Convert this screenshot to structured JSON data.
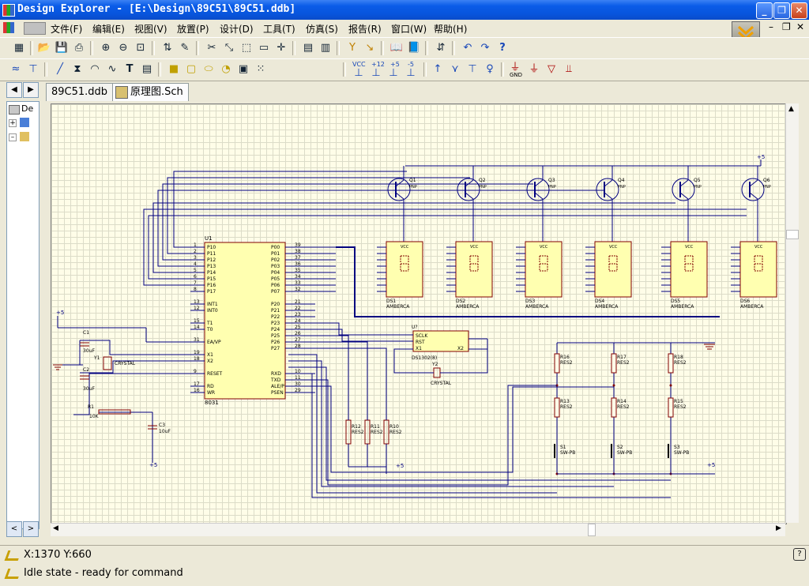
{
  "window": {
    "title": "Design Explorer - [E:\\Design\\89C51\\89C51.ddb]",
    "controls": [
      "_",
      "❐",
      "✕"
    ]
  },
  "menubar": {
    "items": [
      "文件(F)",
      "编辑(E)",
      "视图(V)",
      "放置(P)",
      "设计(D)",
      "工具(T)",
      "仿真(S)",
      "报告(R)",
      "窗口(W)",
      "帮助(H)"
    ]
  },
  "tabs": [
    {
      "label": "89C51.ddb",
      "active": false
    },
    {
      "label": "原理图.Sch",
      "active": true
    }
  ],
  "tree": {
    "root_label": "De"
  },
  "power_labels": {
    "vcc": "VCC",
    "p12": "+12",
    "p5": "+5",
    "m5": "-5",
    "gnd": "GND"
  },
  "schematic": {
    "u1": {
      "designator": "U1",
      "part": "8031",
      "left_pins": [
        {
          "num": "1",
          "name": "P10"
        },
        {
          "num": "2",
          "name": "P11"
        },
        {
          "num": "3",
          "name": "P12"
        },
        {
          "num": "4",
          "name": "P13"
        },
        {
          "num": "5",
          "name": "P14"
        },
        {
          "num": "6",
          "name": "P15"
        },
        {
          "num": "7",
          "name": "P16"
        },
        {
          "num": "8",
          "name": "P17"
        },
        {
          "num": "13",
          "name": "INT1"
        },
        {
          "num": "12",
          "name": "INT0"
        },
        {
          "num": "15",
          "name": "T1"
        },
        {
          "num": "14",
          "name": "T0"
        },
        {
          "num": "31",
          "name": "EA/VP"
        },
        {
          "num": "19",
          "name": "X1"
        },
        {
          "num": "18",
          "name": "X2"
        },
        {
          "num": "9",
          "name": "RESET"
        },
        {
          "num": "17",
          "name": "RD"
        },
        {
          "num": "16",
          "name": "WR"
        }
      ],
      "right_pins": [
        {
          "num": "39",
          "name": "P00"
        },
        {
          "num": "38",
          "name": "P01"
        },
        {
          "num": "37",
          "name": "P02"
        },
        {
          "num": "36",
          "name": "P03"
        },
        {
          "num": "35",
          "name": "P04"
        },
        {
          "num": "34",
          "name": "P05"
        },
        {
          "num": "33",
          "name": "P06"
        },
        {
          "num": "32",
          "name": "P07"
        },
        {
          "num": "21",
          "name": "P20"
        },
        {
          "num": "22",
          "name": "P21"
        },
        {
          "num": "23",
          "name": "P22"
        },
        {
          "num": "24",
          "name": "P23"
        },
        {
          "num": "25",
          "name": "P24"
        },
        {
          "num": "26",
          "name": "P25"
        },
        {
          "num": "27",
          "name": "P26"
        },
        {
          "num": "28",
          "name": "P27"
        },
        {
          "num": "10",
          "name": "RXD"
        },
        {
          "num": "11",
          "name": "TXD"
        },
        {
          "num": "30",
          "name": "ALE/P"
        },
        {
          "num": "29",
          "name": "PSEN"
        }
      ]
    },
    "transistors": [
      {
        "ref": "Q1",
        "type": "PNP"
      },
      {
        "ref": "Q2",
        "type": "PNP"
      },
      {
        "ref": "Q3",
        "type": "PNP"
      },
      {
        "ref": "Q4",
        "type": "PNP"
      },
      {
        "ref": "Q5",
        "type": "PNP"
      },
      {
        "ref": "Q6",
        "type": "PNP"
      }
    ],
    "displays": [
      {
        "ref": "DS1",
        "part": "AMBERCA"
      },
      {
        "ref": "DS2",
        "part": "AMBERCA"
      },
      {
        "ref": "DS3",
        "part": "AMBERCA"
      },
      {
        "ref": "DS4",
        "part": "AMBERCA"
      },
      {
        "ref": "DS5",
        "part": "AMBERCA"
      },
      {
        "ref": "DS6",
        "part": "AMBERCA"
      }
    ],
    "display_vcc": "VCC",
    "u2": {
      "designator": "U?",
      "part": "DS1302(8)",
      "pins": {
        "sclk": "SCLK",
        "rst": "RST",
        "x1": "X1",
        "x2": "X2"
      }
    },
    "y2": {
      "ref": "Y2",
      "part": "CRYSTAL"
    },
    "y1": {
      "ref": "Y1",
      "part": "CRYSTAL"
    },
    "c1": {
      "ref": "C1",
      "value": "30uF"
    },
    "c2": {
      "ref": "C2",
      "value": "30uF"
    },
    "c3": {
      "ref": "C3",
      "value": "10uF"
    },
    "r1": {
      "ref": "R1",
      "value": "10K"
    },
    "pullups": [
      {
        "ref": "R12",
        "value": "RES2"
      },
      {
        "ref": "R11",
        "value": "RES2"
      },
      {
        "ref": "R10",
        "value": "RES2"
      }
    ],
    "key_res_top": [
      {
        "ref": "R16",
        "value": "RES2"
      },
      {
        "ref": "R17",
        "value": "RES2"
      },
      {
        "ref": "R18",
        "value": "RES2"
      }
    ],
    "key_res_mid": [
      {
        "ref": "R13",
        "value": "RES2"
      },
      {
        "ref": "R14",
        "value": "RES2"
      },
      {
        "ref": "R15",
        "value": "RES2"
      }
    ],
    "switches": [
      {
        "ref": "S1",
        "part": "SW-PB"
      },
      {
        "ref": "S2",
        "part": "SW-PB"
      },
      {
        "ref": "S3",
        "part": "SW-PB"
      }
    ],
    "supply_label": "+5"
  },
  "status": {
    "coords": "X:1370 Y:660",
    "message": "Idle state - ready for command"
  }
}
